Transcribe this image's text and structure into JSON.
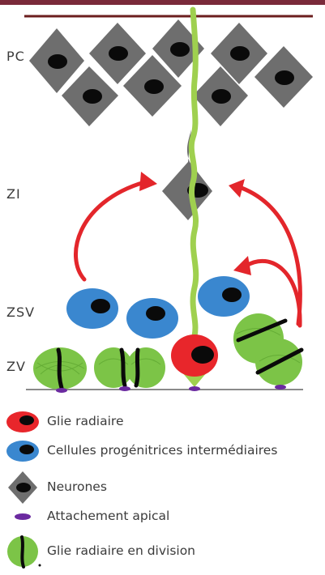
{
  "zones": {
    "pc": "PC",
    "zi": "ZI",
    "zsv": "ZSV",
    "zv": "ZV"
  },
  "legend": {
    "radial_glia": "Glie radiaire",
    "intermediate_progenitors": "Cellules progénitrices intermédiaires",
    "neurons": "Neurones",
    "apical_attachment": "Attachement apical",
    "dividing_radial_glia": "Glie radiaire en division"
  },
  "colors": {
    "frame_top": "#7a2a3a",
    "pial_line": "#6b1e1e",
    "neuron": "#6e6e6e",
    "nucleus": "#0a0a0a",
    "radial_glia": "#e8262b",
    "progenitor": "#3a87cf",
    "radial_fiber": "#9fd04f",
    "dividing_cell": "#7cc447",
    "apical": "#6b2aa0",
    "arrow": "#e3262b",
    "ventricle_line": "#8a8a8a"
  }
}
